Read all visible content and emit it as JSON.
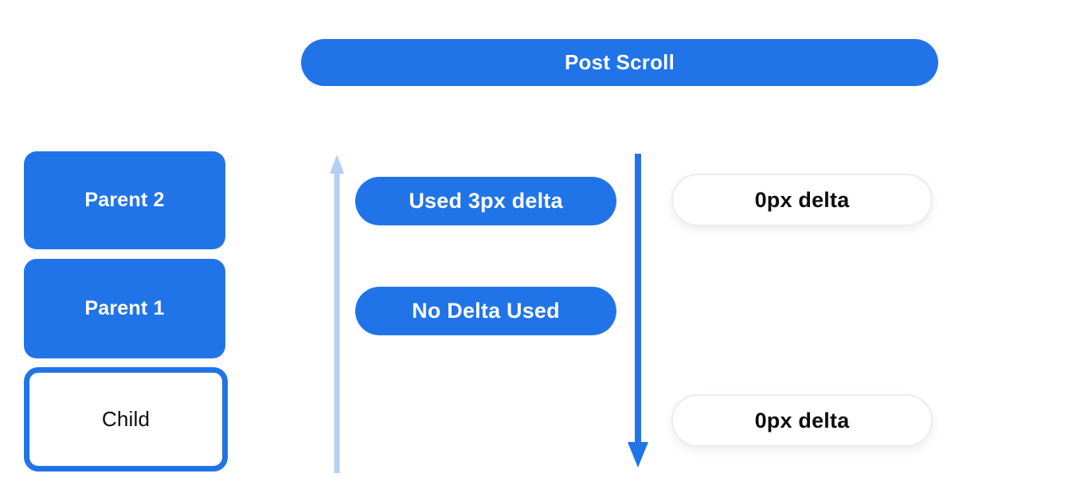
{
  "colors": {
    "primary_blue": "#2174e8",
    "light_blue_arrow": "#b6cef7",
    "white_pill_border": "#ececec",
    "text_on_blue": "#ffffff",
    "text_dark": "#0c0c0c",
    "background": "#ffffff"
  },
  "header": {
    "label": "Post Scroll"
  },
  "nodes": {
    "parent2": "Parent 2",
    "parent1": "Parent 1",
    "child": "Child"
  },
  "middle": {
    "used_delta": "Used 3px delta",
    "no_delta": "No Delta Used"
  },
  "right": {
    "delta_top": "0px delta",
    "delta_bottom": "0px delta"
  },
  "icons": {
    "up_arrow": "upward-scroll-arrow",
    "down_arrow": "downward-scroll-arrow"
  }
}
